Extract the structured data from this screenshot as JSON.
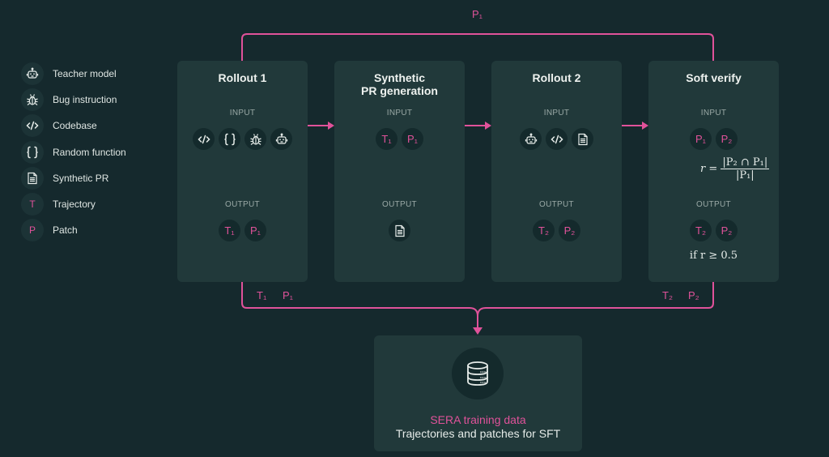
{
  "top_edge_label": "P₁",
  "legend": [
    {
      "icon": "robot",
      "label": "Teacher model"
    },
    {
      "icon": "bug",
      "label": "Bug instruction"
    },
    {
      "icon": "code",
      "label": "Codebase"
    },
    {
      "icon": "braces",
      "label": "Random function"
    },
    {
      "icon": "document",
      "label": "Synthetic PR"
    },
    {
      "letter": "T",
      "label": "Trajectory"
    },
    {
      "letter": "P",
      "label": "Patch"
    }
  ],
  "stages": [
    {
      "title": "Rollout 1",
      "input_label": "INPUT",
      "output_label": "OUTPUT",
      "inputs": [
        "code",
        "braces",
        "bug",
        "robot"
      ],
      "outputs": [
        "T₁",
        "P₁"
      ]
    },
    {
      "title_line1": "Synthetic",
      "title_line2": "PR generation",
      "input_label": "INPUT",
      "output_label": "OUTPUT",
      "inputs": [
        "T₁",
        "P₁"
      ],
      "outputs": [
        "document"
      ]
    },
    {
      "title": "Rollout 2",
      "input_label": "INPUT",
      "output_label": "OUTPUT",
      "inputs": [
        "robot",
        "code",
        "document"
      ],
      "outputs": [
        "T₂",
        "P₂"
      ]
    },
    {
      "title": "Soft verify",
      "input_label": "INPUT",
      "output_label": "OUTPUT",
      "inputs": [
        "P₁",
        "P₂"
      ],
      "formula": {
        "lhs": "r =",
        "numerator": "|P₂ ∩ P₁|",
        "denominator": "|P₁|"
      },
      "outputs": [
        "T₂",
        "P₂"
      ],
      "condition": "if r ≥ 0.5"
    }
  ],
  "bottom_labels": {
    "left_t": "T₁",
    "left_p": "P₁",
    "right_t": "T₂",
    "right_p": "P₂"
  },
  "result": {
    "title": "SERA training data",
    "subtitle": "Trajectories and patches for SFT"
  },
  "colors": {
    "accent": "#e0529a",
    "background": "#15292d",
    "card": "#21393a"
  }
}
